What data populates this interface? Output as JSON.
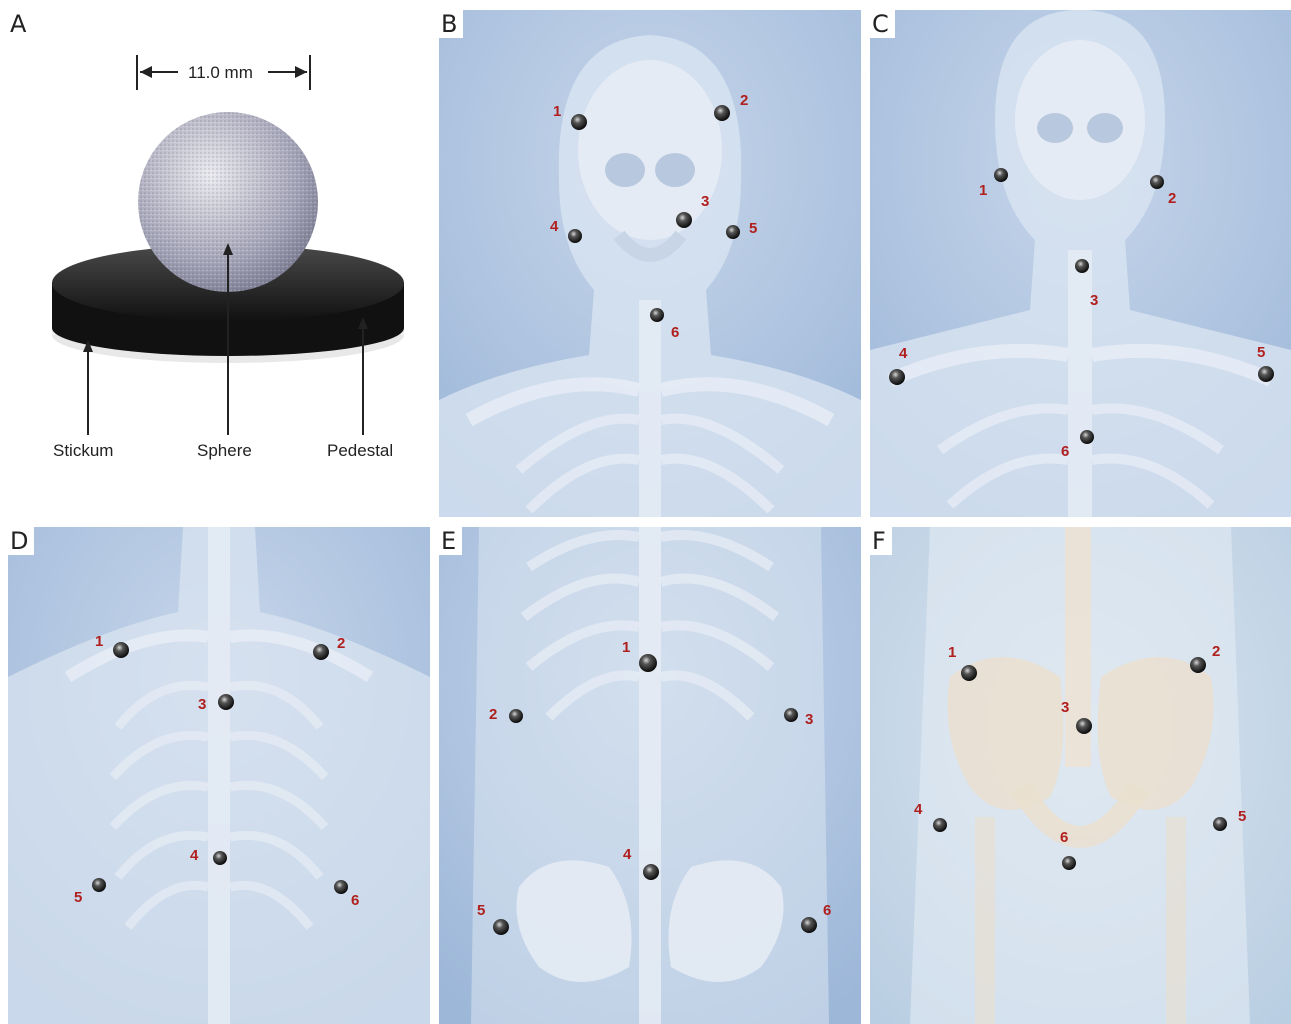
{
  "panels": {
    "A": {
      "letter": "A",
      "dimension": "11.0 mm",
      "labels": {
        "stickum": "Stickum",
        "sphere": "Sphere",
        "pedestal": "Pedestal"
      }
    },
    "B": {
      "letter": "B",
      "markers": [
        "1",
        "2",
        "3",
        "4",
        "5",
        "6"
      ]
    },
    "C": {
      "letter": "C",
      "markers": [
        "1",
        "2",
        "3",
        "4",
        "5",
        "6"
      ]
    },
    "D": {
      "letter": "D",
      "markers": [
        "1",
        "2",
        "3",
        "4",
        "5",
        "6"
      ]
    },
    "E": {
      "letter": "E",
      "markers": [
        "1",
        "2",
        "3",
        "4",
        "5",
        "6"
      ]
    },
    "F": {
      "letter": "F",
      "markers": [
        "1",
        "2",
        "3",
        "4",
        "5",
        "6"
      ]
    }
  },
  "colors": {
    "marker_number": "#b0201e",
    "background_blue": "#a9c1e0"
  }
}
